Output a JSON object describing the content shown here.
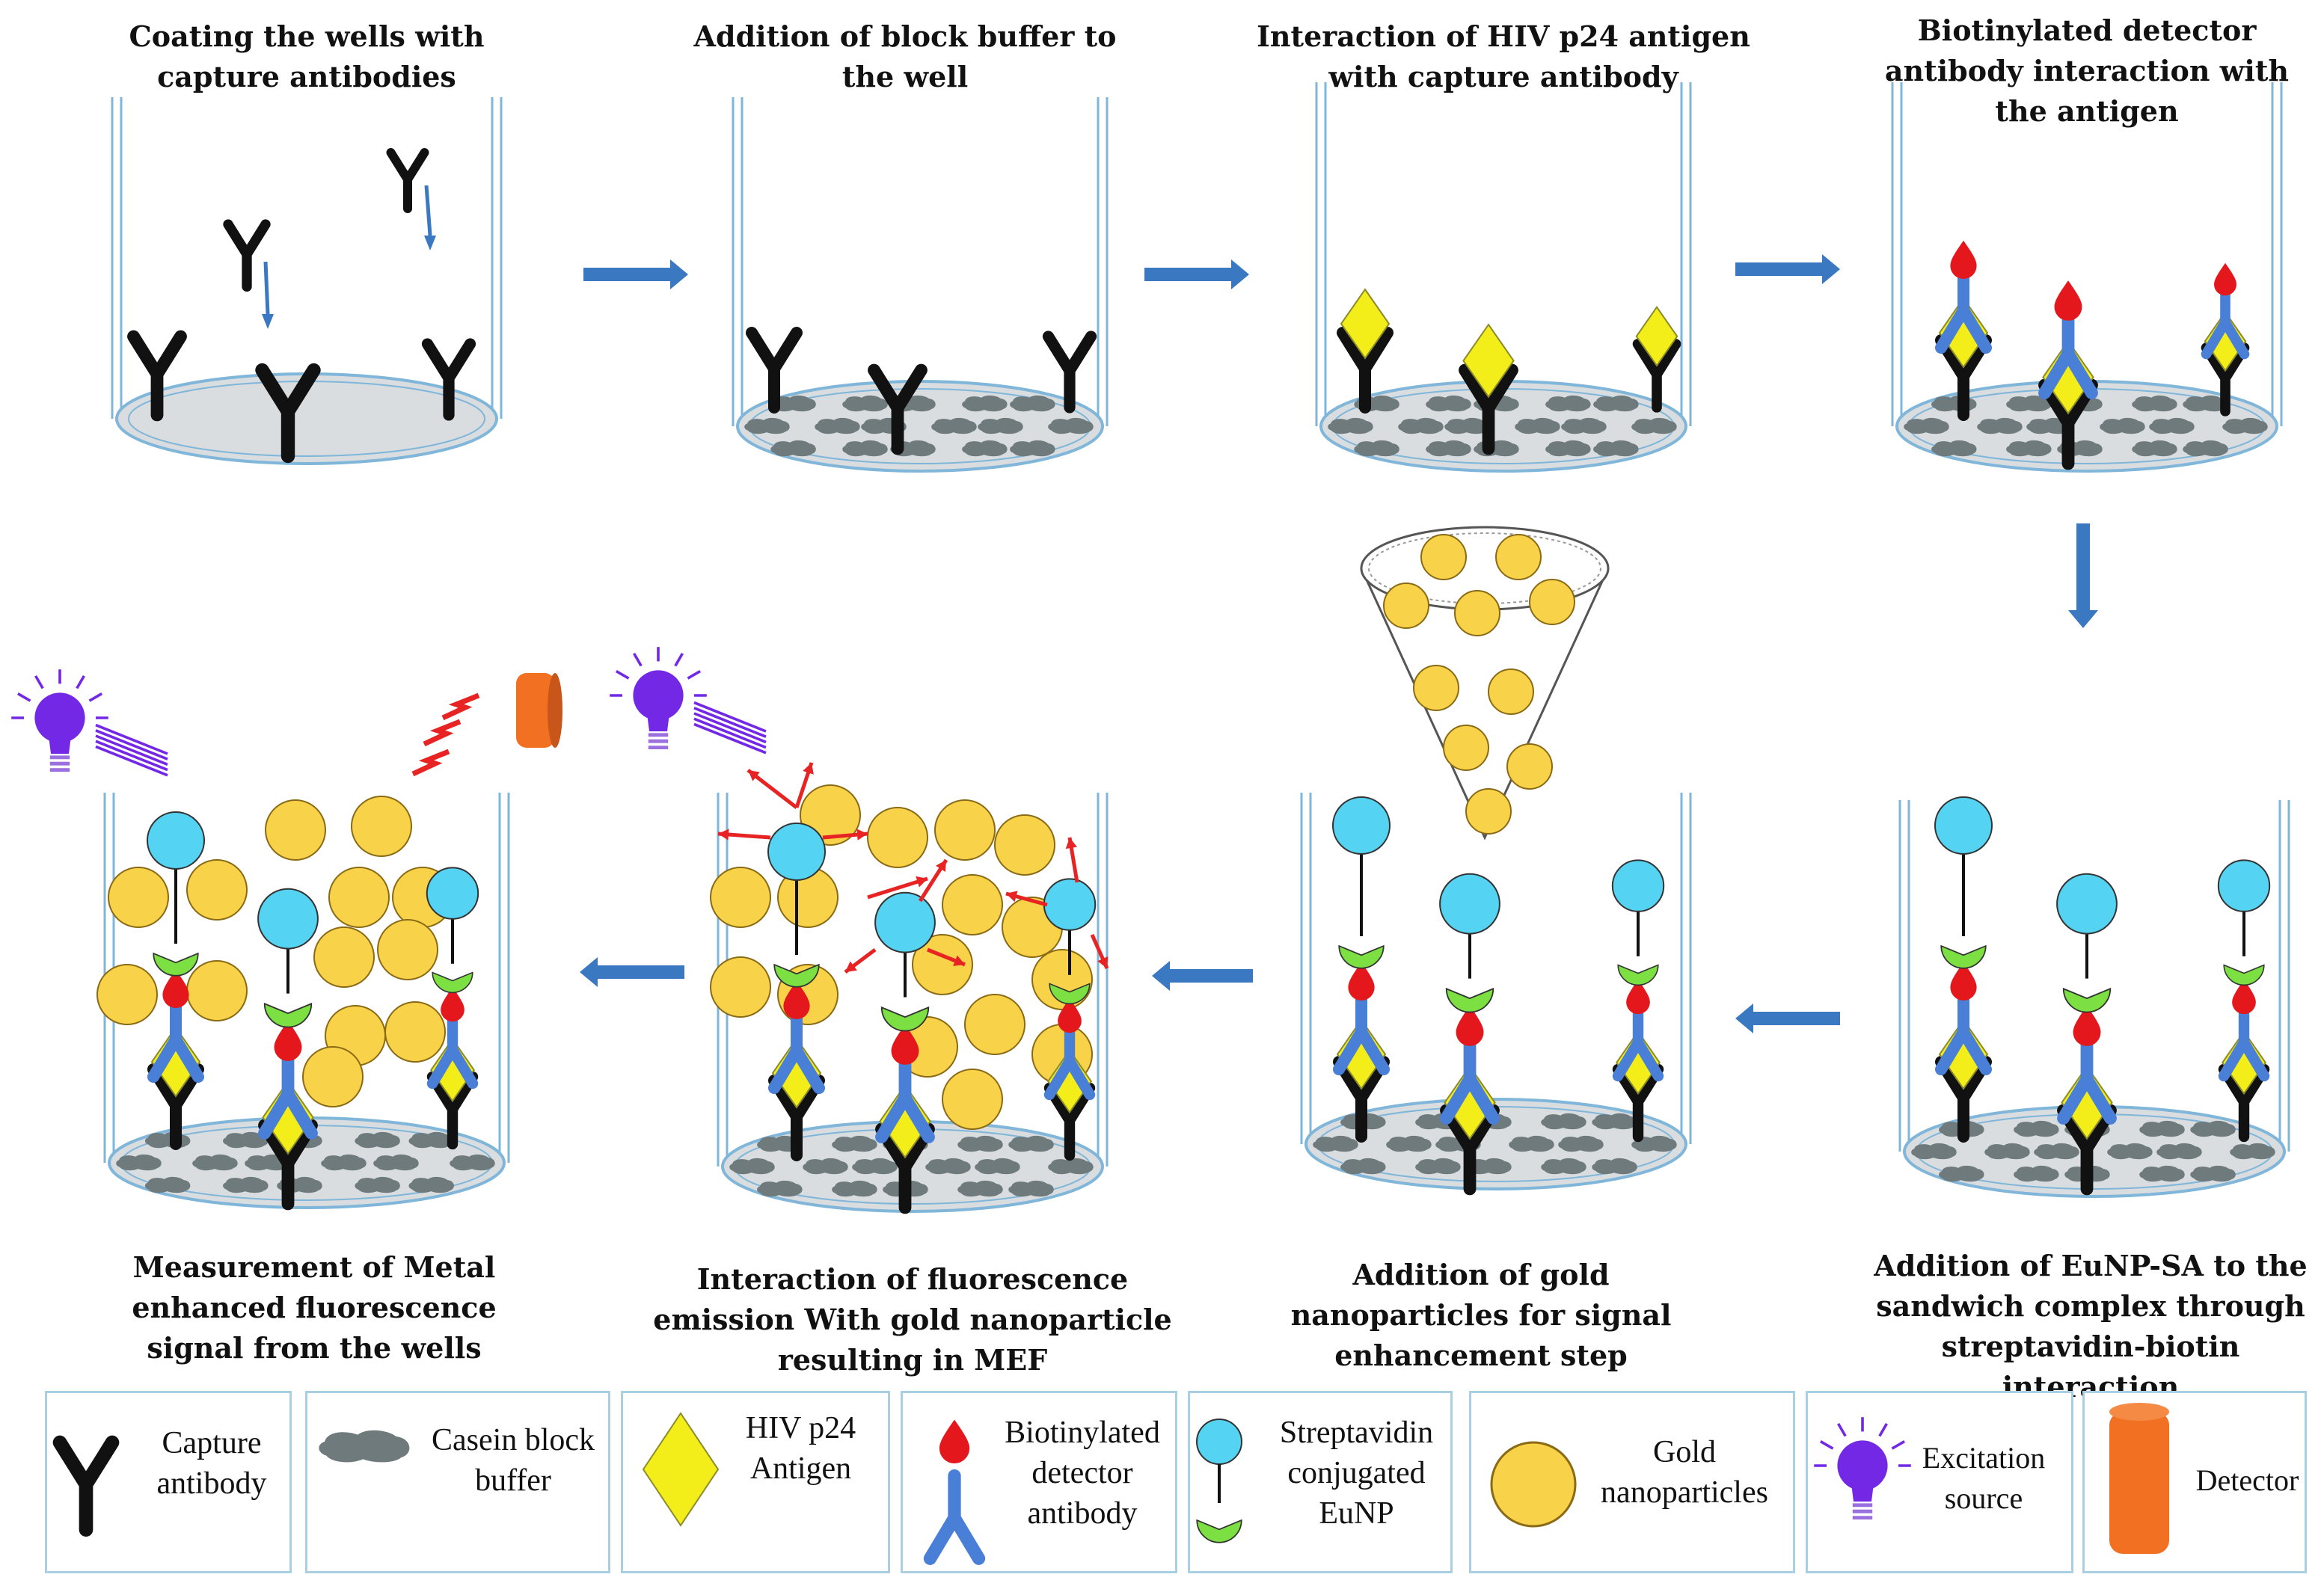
{
  "steps": [
    {
      "caption": "Coating the wells with capture antibodies"
    },
    {
      "caption": "Addition of block buffer to the well"
    },
    {
      "caption": "Interaction of HIV p24 antigen with capture antibody"
    },
    {
      "caption": "Biotinylated detector antibody interaction with the antigen"
    },
    {
      "caption": "Addition of EuNP-SA to the sandwich complex through streptavidin-biotin interaction"
    },
    {
      "caption": "Addition of gold nanoparticles for signal enhancement step"
    },
    {
      "caption": "Interaction of fluorescence emission With gold nanoparticle resulting in MEF"
    },
    {
      "caption": "Measurement of Metal enhanced fluorescence signal from the wells"
    }
  ],
  "legend": {
    "capture_antibody": "Capture antibody",
    "casein_block_buffer": "Casein block buffer",
    "hiv_p24_antigen": "HIV p24 Antigen",
    "biotinylated_detector_antibody": "Biotinylated detector antibody",
    "streptavidin_conjugated_eunp": "Streptavidin conjugated EuNP",
    "gold_nanoparticles": "Gold nanoparticles",
    "excitation_source": "Excitation source",
    "detector": "Detector"
  },
  "colors": {
    "capture_antibody": "#111111",
    "detector_antibody": "#4a7fd8",
    "antigen": "#f3ee1a",
    "biotin": "#e3171c",
    "streptavidin": "#55d3f2",
    "eunp": "#7ce043",
    "gold": "#f8d34a",
    "casein": "#6f7a7c",
    "arrow": "#3b78c2",
    "emission": "#e82323",
    "bulb": "#7328e6",
    "detector": "#f27022",
    "well": "#7fb6d9"
  }
}
